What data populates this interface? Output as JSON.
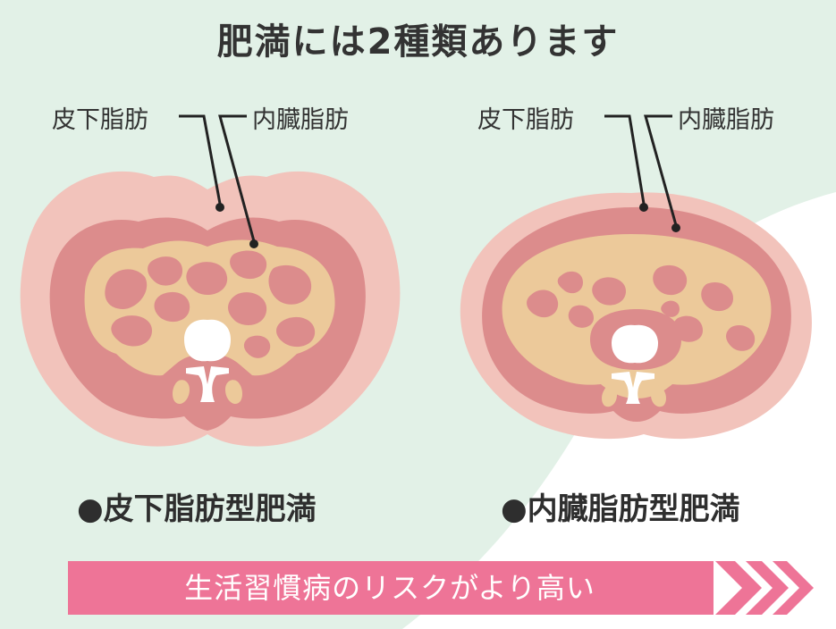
{
  "title": "肥満には2種類あります",
  "left_diagram": {
    "label_subcutaneous": "皮下脂肪",
    "label_visceral": "内臓脂肪",
    "caption": "●皮下脂肪型肥満"
  },
  "right_diagram": {
    "label_subcutaneous": "皮下脂肪",
    "label_visceral": "内臓脂肪",
    "caption": "●内臓脂肪型肥満"
  },
  "banner": {
    "text": "生活習慣病のリスクがより高い"
  },
  "colors": {
    "background_mint": "#e2f1e7",
    "skin": "#f2c3bb",
    "muscle": "#dc8c8c",
    "fat": "#ecc99a",
    "bone": "#ffffff",
    "banner_pink": "#ee7497"
  }
}
